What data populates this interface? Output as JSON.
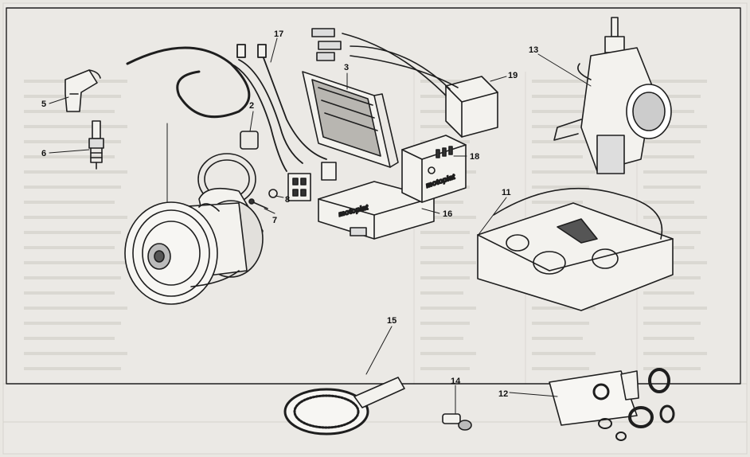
{
  "diagram": {
    "brand_label_1": "motoplat",
    "brand_label_2": "motoplat",
    "callouts": [
      "2",
      "3",
      "5",
      "6",
      "7",
      "8",
      "11",
      "12",
      "13",
      "14",
      "15",
      "16",
      "17",
      "18",
      "19"
    ]
  }
}
